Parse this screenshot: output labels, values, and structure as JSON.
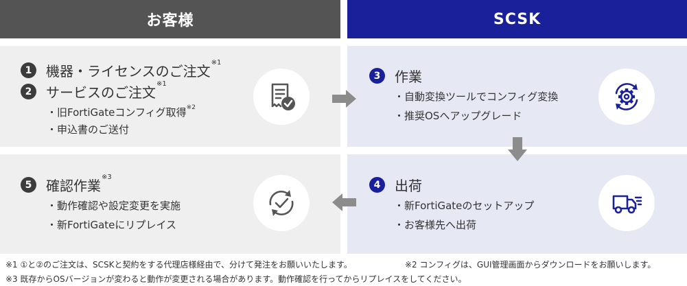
{
  "headers": {
    "customer": "お客様",
    "scsk": "SCSK"
  },
  "panels": {
    "order": {
      "step1": {
        "num": "1",
        "title": "機器・ライセンスのご注文",
        "sup": "※1"
      },
      "step2": {
        "num": "2",
        "title": "サービスのご注文",
        "sup": "※1"
      },
      "bullets": [
        {
          "text": "・旧FortiGateコンフィグ取得",
          "sup": "※2"
        },
        {
          "text": "・申込書のご送付",
          "sup": ""
        }
      ],
      "icon": "document-check-icon"
    },
    "work": {
      "step": {
        "num": "3",
        "title": "作業"
      },
      "bullets": [
        {
          "text": "・自動変換ツールでコンフィグ変換"
        },
        {
          "text": "・推奨OSへアップグレード"
        }
      ],
      "icon": "gear-cycle-icon"
    },
    "ship": {
      "step": {
        "num": "4",
        "title": "出荷"
      },
      "bullets": [
        {
          "text": "・新FortiGateのセットアップ"
        },
        {
          "text": "・お客様先へ出荷"
        }
      ],
      "icon": "delivery-truck-icon"
    },
    "check": {
      "step": {
        "num": "5",
        "title": "確認作業",
        "sup": "※3"
      },
      "bullets": [
        {
          "text": "・動作確認や設定変更を実施"
        },
        {
          "text": "・新FortiGateにリプレイス"
        }
      ],
      "icon": "refresh-check-icon"
    }
  },
  "colors": {
    "customer_header": "#545454",
    "scsk_header": "#1a1f9a",
    "customer_panel": "#efefef",
    "scsk_panel": "#e6e8f4",
    "arrow": "#8c8c8c"
  },
  "notes": {
    "n1": "※1 ①と②のご注文は、SCSKと契約をする代理店様経由で、分けて発注をお願いいたします。",
    "n2": "※2 コンフィグは、GUI管理画面からダウンロードをお願いします。",
    "n3": "※3 既存からOSバージョンが変わると動作が変更される場合があります。動作確認を行ってからリプレイスをしてください。"
  }
}
